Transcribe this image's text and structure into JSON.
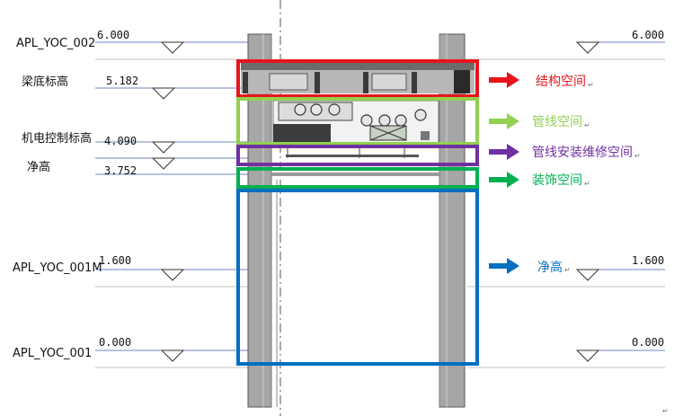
{
  "levels": {
    "yoc002": {
      "name": "APL_YOC_002",
      "value_left": "6.000",
      "value_right": "6.000"
    },
    "beam_bottom": {
      "name": "梁底标高",
      "value": "5.182"
    },
    "mep_control": {
      "name": "机电控制标高",
      "value": "4.090"
    },
    "clear_height": {
      "name": "净高",
      "value": "3.752"
    },
    "yoc001m": {
      "name": "APL_YOC_001M",
      "value_left": "1.600",
      "value_right": "1.600"
    },
    "yoc001": {
      "name": "APL_YOC_001",
      "value_left": "0.000",
      "value_right": "0.000"
    }
  },
  "annotations": {
    "structure": {
      "label": "结构空间",
      "color": "#e8141b"
    },
    "pipeline": {
      "label": "管线空间",
      "color": "#92d050"
    },
    "install": {
      "label": "管线安装维修空间",
      "color": "#7030a0"
    },
    "decoration": {
      "label": "装饰空间",
      "color": "#00b050"
    },
    "clear": {
      "label": "净高",
      "color": "#0070c0"
    }
  },
  "pilcrow": "↵"
}
